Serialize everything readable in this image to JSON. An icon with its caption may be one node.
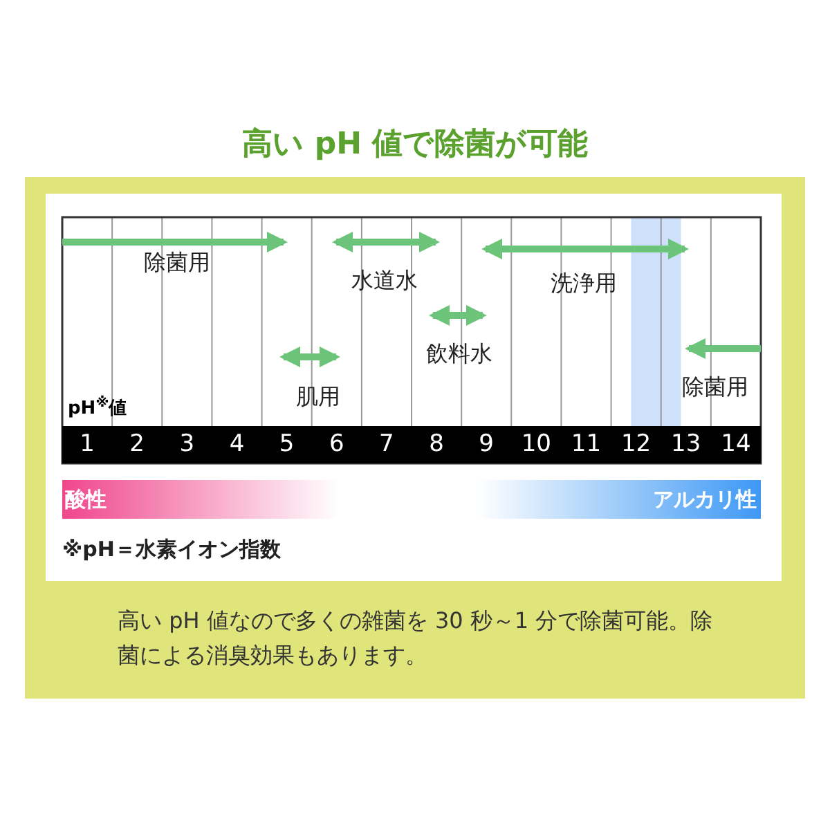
{
  "diagram": {
    "title": "高い pH 値で除菌が可能",
    "caption": "高い pH 値なので多くの雑菌を 30 秒～1 分で除菌可能。除菌による消臭効果もあります。",
    "labels": [
      "除菌用",
      "水道水",
      "洗浄用",
      "飲料水",
      "肌用",
      "除菌用",
      "pH$^{※}$値",
      "1",
      "2",
      "3",
      "4",
      "5",
      "6",
      "7",
      "8",
      "9",
      "10",
      "11",
      "12",
      "13",
      "14",
      "酸性",
      "アルカリ性",
      "※pH＝水素イオン指数"
    ]
  }
}
